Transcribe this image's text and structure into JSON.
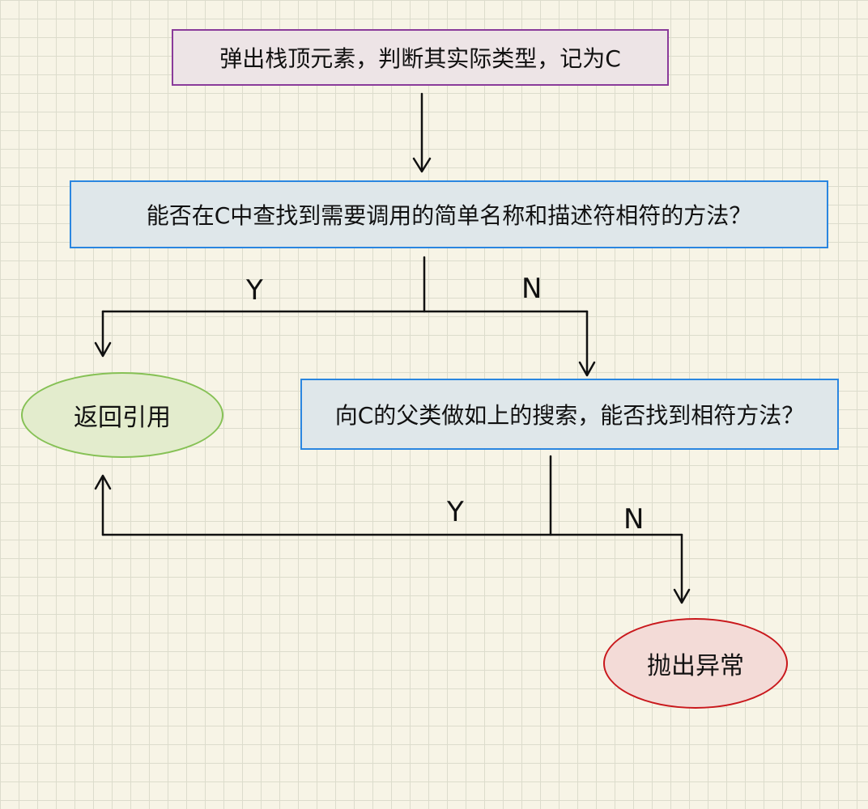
{
  "nodes": {
    "pop": "弹出栈顶元素，判断其实际类型，记为C",
    "check_c": "能否在C中查找到需要调用的简单名称和描述符相符的方法？",
    "check_parent": "向C的父类做如上的搜索，能否找到相符方法？",
    "return_ref": "返回引用",
    "throw_ex": "抛出异常"
  },
  "labels": {
    "y1": "Y",
    "n1": "N",
    "y2": "Y",
    "n2": "N"
  },
  "colors": {
    "pop_border": "#8a3b9a",
    "decision_border": "#2a86e0",
    "return_border": "#86c155",
    "throw_border": "#c9181c"
  }
}
